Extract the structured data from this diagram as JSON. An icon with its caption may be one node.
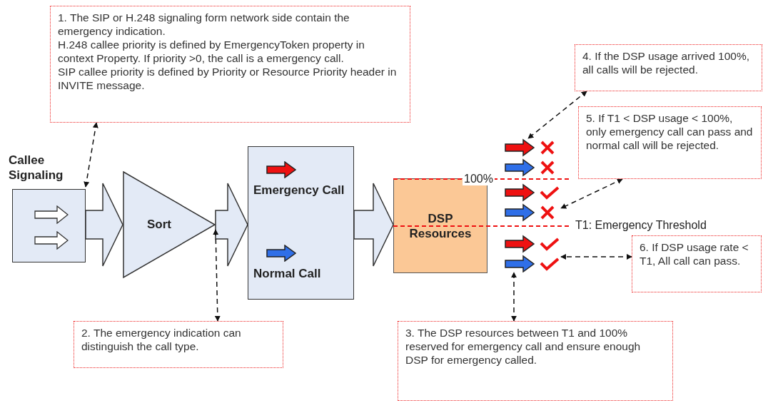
{
  "diagram": {
    "nodes": [
      {
        "text": [
          "1. The SIP or H.248 signaling form network side contain the emergency indication.",
          "H.248 callee priority is defined by EmergencyToken property in context Property. If priority >0, the call is a emergency call.",
          "SIP callee priority is defined by Priority or Resource Priority header in INVITE message."
        ]
      },
      {
        "text": [
          "Callee Signaling"
        ]
      },
      {
        "text": [
          "Sort"
        ]
      },
      {
        "text": [
          "Emergency Call",
          "Normal Call"
        ]
      },
      {
        "text": [
          "DSP Resources"
        ]
      },
      {
        "text": [
          "2. The emergency indication can distinguish the call type."
        ]
      },
      {
        "text": [
          "3. The DSP resources between T1 and 100% reserved for emergency call and ensure enough DSP for emergency called."
        ]
      },
      {
        "text": [
          "4. If the DSP usage arrived 100%, all calls will be rejected."
        ]
      },
      {
        "text": [
          "5. If T1 < DSP usage < 100%, only emergency call can pass and normal call will be rejected."
        ]
      },
      {
        "text": [
          "6. If DSP usage rate < T1, All call can pass."
        ]
      },
      {
        "text": [],
        "shape": "picture"
      }
    ],
    "edges": [
      {
        "from": 1,
        "to": 2,
        "arrow": "to"
      },
      {
        "from": 2,
        "to": 3,
        "arrow": "to"
      },
      {
        "from": 3,
        "to": 4,
        "arrow": "to"
      },
      {
        "from": 0,
        "to": 1,
        "arrow": "both",
        "style": "dashed"
      },
      {
        "from": 5,
        "to": 2,
        "arrow": "both",
        "style": "dashed"
      },
      {
        "from": 6,
        "to": 10,
        "arrow": "both",
        "style": "dashed"
      },
      {
        "from": 7,
        "to": 10,
        "arrow": "both",
        "style": "dashed"
      },
      {
        "from": 8,
        "to": 10,
        "arrow": "both",
        "style": "dashed"
      },
      {
        "from": 9,
        "to": 10,
        "arrow": "both",
        "style": "dashed"
      }
    ],
    "labels": [
      "100%",
      "T1: Emergency Threshold"
    ]
  }
}
